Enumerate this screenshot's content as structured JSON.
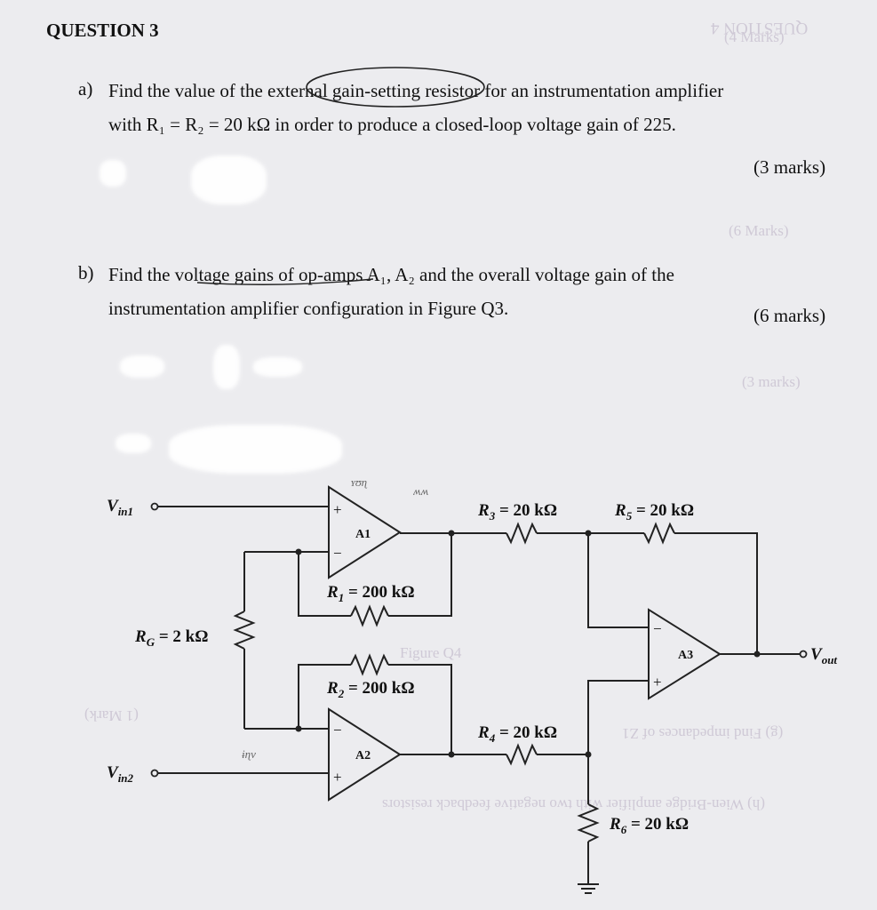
{
  "question": {
    "title": "QUESTION 3",
    "part_a": {
      "label": "a)",
      "line1": "Find the value of the external gain-setting resistor for an instrumentation amplifier",
      "line2": "with R₁ = R₂ = 20 kΩ in order to produce a closed-loop voltage gain of 225.",
      "marks": "(3 marks)"
    },
    "part_b": {
      "label": "b)",
      "line1": "Find the voltage gains of op-amps A₁, A₂ and the overall voltage gain of the",
      "line2": "instrumentation amplifier configuration in Figure Q3.",
      "marks": "(6 marks)"
    }
  },
  "circuit": {
    "vin1": "V",
    "vin1_sub": "in1",
    "vin2": "V",
    "vin2_sub": "in2",
    "vout": "V",
    "vout_sub": "out",
    "opamp1": "A1",
    "opamp2": "A2",
    "opamp3": "A3",
    "plus": "+",
    "minus": "−",
    "rg": "R",
    "rg_sub": "G",
    "rg_val": " = 2 kΩ",
    "r1": "R",
    "r1_sub": "1",
    "r1_val": " = 200 kΩ",
    "r2": "R",
    "r2_sub": "2",
    "r2_val": " = 200 kΩ",
    "r3": "R",
    "r3_sub": "3",
    "r3_val": " = 20 kΩ",
    "r4": "R",
    "r4_sub": "4",
    "r4_val": " = 20 kΩ",
    "r5": "R",
    "r5_sub": "5",
    "r5_val": " = 20 kΩ",
    "r6": "R",
    "r6_sub": "6",
    "r6_val": " = 20 kΩ",
    "handwritten_1": "ʏʊɳ",
    "handwritten_2": "ʍʍ",
    "handwritten_3": "ɨɳv"
  },
  "bleed_through": {
    "b1": "QUESTION 4",
    "b2": "(4 Marks)",
    "b3": "(6 Marks)",
    "b4": "(3 marks)",
    "b5": "Figure Q4",
    "b6": "(1 Mark)",
    "b7": "(g) Find impedances of Z1",
    "b8": "(h) Wien-Bridge amplifier with two negative feedback resistors"
  }
}
